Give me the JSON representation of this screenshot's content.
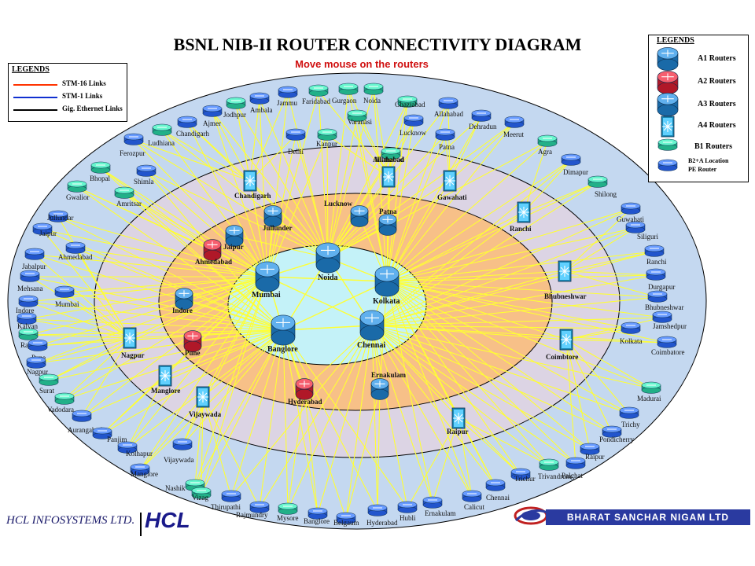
{
  "title": "BSNL NIB-II ROUTER CONNECTIVITY DIAGRAM",
  "subtitle": "Move mouse on the routers",
  "legend_left": {
    "heading": "LEGENDS",
    "items": [
      {
        "label": "STM-16 Links",
        "color": "#ff3300"
      },
      {
        "label": "STM-1 Links",
        "color": "#1030d0"
      },
      {
        "label": "Gig. Ethernet Links",
        "color": "#000000"
      }
    ]
  },
  "legend_right": {
    "heading": "LEGENDS",
    "items": [
      {
        "label": "A1 Routers",
        "kind": "a1"
      },
      {
        "label": "A2 Routers",
        "kind": "a2"
      },
      {
        "label": "A3 Routers",
        "kind": "a3"
      },
      {
        "label": "A4 Routers",
        "kind": "a4"
      },
      {
        "label": "B1 Routers",
        "kind": "b1"
      },
      {
        "label": "B2+A Location\nPE Router",
        "kind": "b2"
      }
    ]
  },
  "colors": {
    "outer_ring": "#c4d8f0",
    "middle_ring": "#dcd4e4",
    "inner_ring": "#f7c088",
    "core": "#c4f2f8",
    "links": "#ffff33",
    "b2_router": "#2255cc",
    "b1_router": "#22b088",
    "a1_router": "#1a6aa8",
    "a2_router": "#b01828",
    "a4_router": "#1a8ab8"
  },
  "diagram": {
    "core_routers": [
      {
        "name": "Mumbai",
        "kind": "a1"
      },
      {
        "name": "Noida",
        "kind": "a1"
      },
      {
        "name": "Kolkata",
        "kind": "a1"
      },
      {
        "name": "Banglore",
        "kind": "a1"
      },
      {
        "name": "Chennai",
        "kind": "a1"
      }
    ],
    "inner_routers": [
      {
        "name": "Lucknow",
        "kind": "a3"
      },
      {
        "name": "Patna",
        "kind": "a3"
      },
      {
        "name": "Jullunder",
        "kind": "a3"
      },
      {
        "name": "Jaipur",
        "kind": "a3"
      },
      {
        "name": "Ahmedabad",
        "kind": "a2"
      },
      {
        "name": "Indore",
        "kind": "a3"
      },
      {
        "name": "Pune",
        "kind": "a2"
      },
      {
        "name": "Hyderabad",
        "kind": "a2"
      },
      {
        "name": "Ernakulam",
        "kind": "a3"
      }
    ],
    "a4_routers": [
      {
        "name": "Chandigarh"
      },
      {
        "name": "Allahabad"
      },
      {
        "name": "Gawahati"
      },
      {
        "name": "Ranchi"
      },
      {
        "name": "Bhubneshwar"
      },
      {
        "name": "Coimbtore"
      },
      {
        "name": "Raipur"
      },
      {
        "name": "Vijaywada"
      },
      {
        "name": "Manglore"
      },
      {
        "name": "Nagpur"
      }
    ],
    "outer_routers": [
      {
        "name": "Jammu",
        "kind": "b2"
      },
      {
        "name": "Faridabad",
        "kind": "b1"
      },
      {
        "name": "Gurgaon",
        "kind": "b1"
      },
      {
        "name": "Noida",
        "kind": "b1"
      },
      {
        "name": "Ambala",
        "kind": "b2"
      },
      {
        "name": "Jodhpur",
        "kind": "b1"
      },
      {
        "name": "Ajmer",
        "kind": "b2"
      },
      {
        "name": "Chandigarh",
        "kind": "b2"
      },
      {
        "name": "Ghaziabad",
        "kind": "b1"
      },
      {
        "name": "Varanasi",
        "kind": "b1"
      },
      {
        "name": "Allahabad",
        "kind": "b2"
      },
      {
        "name": "Lucknow",
        "kind": "b2"
      },
      {
        "name": "Dehradun",
        "kind": "b2"
      },
      {
        "name": "Meerut",
        "kind": "b2"
      },
      {
        "name": "Ludhiana",
        "kind": "b1"
      },
      {
        "name": "Delhi",
        "kind": "b2"
      },
      {
        "name": "Kanpur",
        "kind": "b1"
      },
      {
        "name": "Patna",
        "kind": "b2"
      },
      {
        "name": "Agra",
        "kind": "b1"
      },
      {
        "name": "Ferozpur",
        "kind": "b2"
      },
      {
        "name": "Allahabad",
        "kind": "b1"
      },
      {
        "name": "Dimapur",
        "kind": "b2"
      },
      {
        "name": "Bhopal",
        "kind": "b1"
      },
      {
        "name": "Shimla",
        "kind": "b2"
      },
      {
        "name": "Shilong",
        "kind": "b1"
      },
      {
        "name": "Gwalior",
        "kind": "b1"
      },
      {
        "name": "Amritsar",
        "kind": "b1"
      },
      {
        "name": "Guwahati",
        "kind": "b2"
      },
      {
        "name": "Jullundar",
        "kind": "b2"
      },
      {
        "name": "Siliguri",
        "kind": "b2"
      },
      {
        "name": "Jaipur",
        "kind": "b2"
      },
      {
        "name": "Ranchi",
        "kind": "b2"
      },
      {
        "name": "Ahmedabad",
        "kind": "b2"
      },
      {
        "name": "Jabalpur",
        "kind": "b2"
      },
      {
        "name": "Durgapur",
        "kind": "b2"
      },
      {
        "name": "Mehsana",
        "kind": "b2"
      },
      {
        "name": "Bhubneshwar",
        "kind": "b2"
      },
      {
        "name": "Mumbai",
        "kind": "b2"
      },
      {
        "name": "Indore",
        "kind": "b2"
      },
      {
        "name": "Jamshedpur",
        "kind": "b2"
      },
      {
        "name": "Kalyan",
        "kind": "b2"
      },
      {
        "name": "Kolkata",
        "kind": "b2"
      },
      {
        "name": "Rajkot",
        "kind": "b1"
      },
      {
        "name": "Coimbatore",
        "kind": "b2"
      },
      {
        "name": "Pune",
        "kind": "b2"
      },
      {
        "name": "Nagpur",
        "kind": "b2"
      },
      {
        "name": "Surat",
        "kind": "b1"
      },
      {
        "name": "Madurai",
        "kind": "b1"
      },
      {
        "name": "Vadodara",
        "kind": "b1"
      },
      {
        "name": "Trichy",
        "kind": "b2"
      },
      {
        "name": "Aurangabad",
        "kind": "b2"
      },
      {
        "name": "Pondicherry",
        "kind": "b2"
      },
      {
        "name": "Panjim",
        "kind": "b2"
      },
      {
        "name": "Kolhapur",
        "kind": "b2"
      },
      {
        "name": "Raipur",
        "kind": "b2"
      },
      {
        "name": "Vijaywada",
        "kind": "b2"
      },
      {
        "name": "Palghat",
        "kind": "b2"
      },
      {
        "name": "Manglore",
        "kind": "b2"
      },
      {
        "name": "Trivandrum",
        "kind": "b1"
      },
      {
        "name": "Nashik",
        "kind": "b1"
      },
      {
        "name": "Trichur",
        "kind": "b2"
      },
      {
        "name": "Vizag",
        "kind": "b1"
      },
      {
        "name": "Chennai",
        "kind": "b2"
      },
      {
        "name": "Thirupathi",
        "kind": "b2"
      },
      {
        "name": "Calicut",
        "kind": "b2"
      },
      {
        "name": "Rajmundry",
        "kind": "b2"
      },
      {
        "name": "Ernakulam",
        "kind": "b2"
      },
      {
        "name": "Mysore",
        "kind": "b1"
      },
      {
        "name": "Hubli",
        "kind": "b2"
      },
      {
        "name": "Banglore",
        "kind": "b2"
      },
      {
        "name": "Hyderabad",
        "kind": "b2"
      },
      {
        "name": "Belgaum",
        "kind": "b2"
      }
    ]
  },
  "footer": {
    "company": "HCL INFOSYSTEMS LTD.",
    "logo": "HCL",
    "bsnl": "BHARAT SANCHAR NIGAM LTD"
  }
}
